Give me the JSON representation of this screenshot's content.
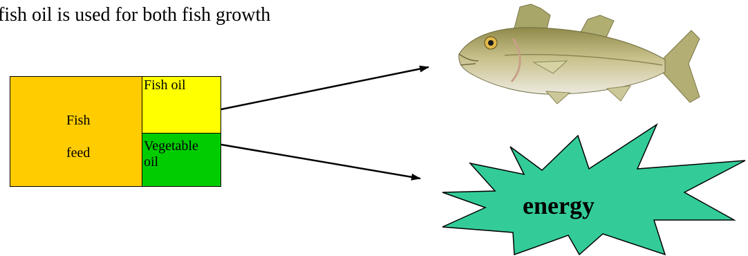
{
  "heading": "fish oil is used for both fish growth",
  "feed": {
    "label_line1": "Fish",
    "label_line2": "feed",
    "fish_oil_label": "Fish oil",
    "vegetable_oil_label_line1": "Vegetable",
    "vegetable_oil_label_line2": "oil"
  },
  "outputs": {
    "energy_label": "energy"
  },
  "colors": {
    "fish_feed": "#ffcc00",
    "fish_oil": "#ffff00",
    "vegetable_oil": "#00cc00",
    "energy_burst": "#33cc99",
    "arrow": "#000000"
  },
  "icons": {
    "fish": "fish-illustration",
    "energy": "starburst"
  }
}
